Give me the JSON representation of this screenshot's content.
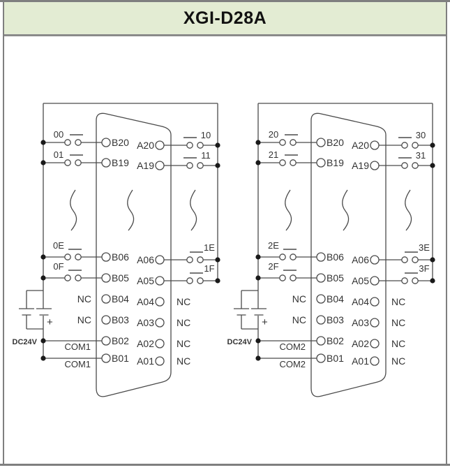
{
  "title": "XGI-D28A",
  "colors": {
    "title_bg": "#e3ecd3",
    "frame_gray": "#7f7f7f",
    "line_gray": "#4a4a4a",
    "text_dark": "#333333"
  },
  "modules": [
    {
      "side": "left",
      "left_switches": [
        "00",
        "01",
        "0E",
        "0F"
      ],
      "right_switches": [
        "10",
        "11",
        "1E",
        "1F"
      ],
      "b_terminals": [
        "B20",
        "B19",
        "B06",
        "B05",
        "B04",
        "B03",
        "B02",
        "B01"
      ],
      "a_terminals": [
        "A20",
        "A19",
        "A06",
        "A05",
        "A04",
        "A03",
        "A02",
        "A01"
      ],
      "nc_left": [
        "NC",
        "NC"
      ],
      "nc_right": [
        "NC",
        "NC",
        "NC",
        "NC"
      ],
      "com": [
        "COM1",
        "COM1"
      ],
      "power_label": "DC24V",
      "plus": "+"
    },
    {
      "side": "right",
      "left_switches": [
        "20",
        "21",
        "2E",
        "2F"
      ],
      "right_switches": [
        "30",
        "31",
        "3E",
        "3F"
      ],
      "b_terminals": [
        "B20",
        "B19",
        "B06",
        "B05",
        "B04",
        "B03",
        "B02",
        "B01"
      ],
      "a_terminals": [
        "A20",
        "A19",
        "A06",
        "A05",
        "A04",
        "A03",
        "A02",
        "A01"
      ],
      "nc_left": [
        "NC",
        "NC"
      ],
      "nc_right": [
        "NC",
        "NC",
        "NC",
        "NC"
      ],
      "com": [
        "COM2",
        "COM2"
      ],
      "power_label": "DC24V",
      "plus": "+"
    }
  ]
}
